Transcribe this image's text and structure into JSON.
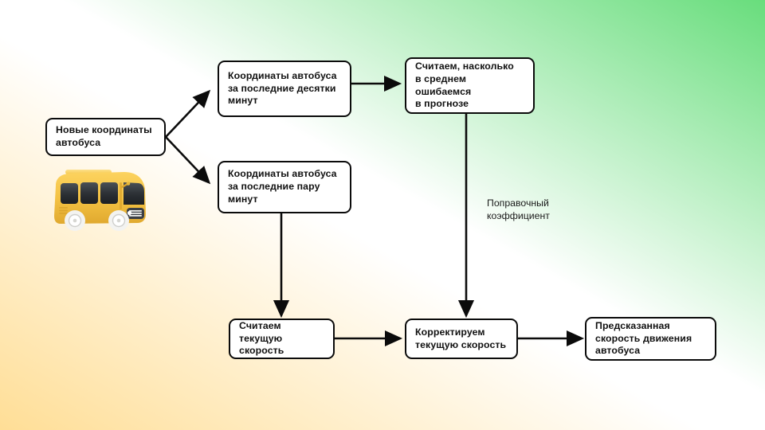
{
  "background": {
    "corner_top_right_color": "#68dd7c",
    "corner_bottom_left_color": "#ffde96",
    "base_color": "#ffffff"
  },
  "illustration": {
    "name": "bus-illustration",
    "alt": "Жёлтый автобус",
    "body_color": "#f5c242",
    "window_color": "#2f3338",
    "wheel_color": "#f0f0f0"
  },
  "diagram": {
    "type": "flowchart",
    "nodes": [
      {
        "id": "new-coords",
        "label": "Новые координаты\nавтобуса"
      },
      {
        "id": "coords-tens",
        "label": "Координаты автобуса\nза последние десятки\nминут"
      },
      {
        "id": "avg-error",
        "label": "Считаем, насколько\nв среднем ошибаемся\nв прогнозе"
      },
      {
        "id": "coords-couple",
        "label": "Координаты автобуса\nза последние пару\nминут"
      },
      {
        "id": "current-speed",
        "label": "Считаем текущую\nскорость"
      },
      {
        "id": "correct-speed",
        "label": "Корректируем\nтекущую скорость"
      },
      {
        "id": "predicted-speed",
        "label": "Предсказанная\nскорость движения\nавтобуса"
      }
    ],
    "edges": [
      {
        "from": "new-coords",
        "to": "coords-tens",
        "label": ""
      },
      {
        "from": "new-coords",
        "to": "coords-couple",
        "label": ""
      },
      {
        "from": "coords-tens",
        "to": "avg-error",
        "label": ""
      },
      {
        "from": "coords-couple",
        "to": "current-speed",
        "label": ""
      },
      {
        "from": "avg-error",
        "to": "correct-speed",
        "label": "Поправочный\nкоэффициент"
      },
      {
        "from": "current-speed",
        "to": "correct-speed",
        "label": ""
      },
      {
        "from": "correct-speed",
        "to": "predicted-speed",
        "label": ""
      }
    ],
    "edge_labels": [
      {
        "id": "correction-coefficient",
        "text": "Поправочный\nкоэффициент"
      }
    ]
  }
}
